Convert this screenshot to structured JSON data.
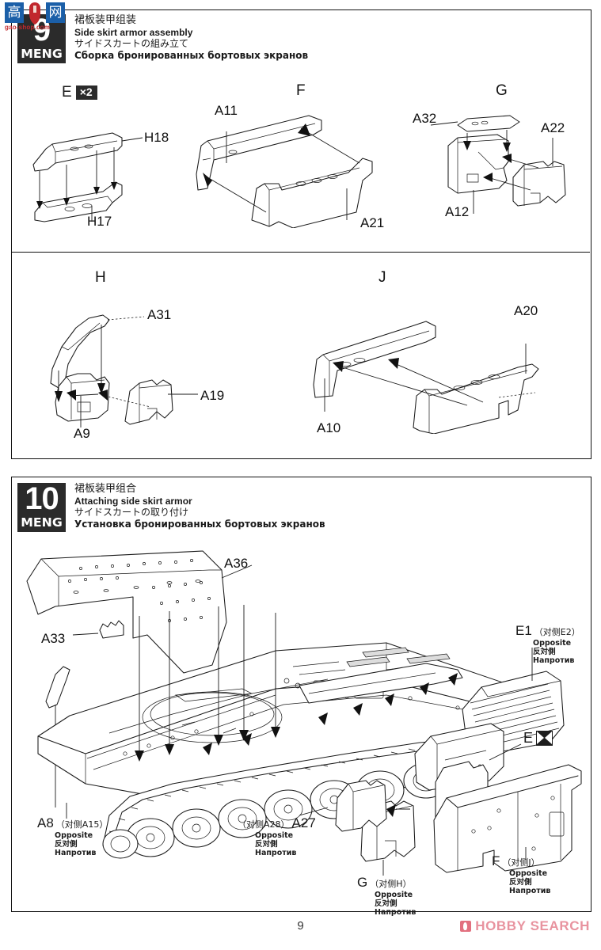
{
  "page": {
    "number": "9"
  },
  "watermarks": {
    "gaoshop": {
      "char1": "高",
      "char2": "网",
      "url": "gao-shop.com"
    },
    "hobby": {
      "text": "HOBBY SEARCH"
    }
  },
  "steps": [
    {
      "number": "9",
      "brand": "MENG",
      "title_cn": "裙板装甲组装",
      "title_en": "Side skirt armor assembly",
      "title_jp": "サイドスカートの組み立て",
      "title_ru": "Сборка бронированных бортовых экранов",
      "subassemblies": [
        {
          "group": "E",
          "multiplier": "×2",
          "parts": [
            "H18",
            "H17"
          ]
        },
        {
          "group": "F",
          "parts": [
            "A11",
            "A21"
          ]
        },
        {
          "group": "G",
          "parts": [
            "A32",
            "A22",
            "A12"
          ]
        },
        {
          "group": "H",
          "parts": [
            "A31",
            "A19",
            "A9"
          ]
        },
        {
          "group": "J",
          "parts": [
            "A20",
            "A10"
          ]
        }
      ]
    },
    {
      "number": "10",
      "brand": "MENG",
      "title_cn": "裙板装甲组合",
      "title_en": "Attaching side skirt armor",
      "title_jp": "サイドスカートの取り付け",
      "title_ru": "Установка бронированных бортовых экранов",
      "parts": [
        "A36",
        "A33",
        "A8",
        "A27"
      ],
      "mirror_symbol_label": "E",
      "callouts": [
        {
          "code": "E1",
          "opposite": "（对侧E2）",
          "en": "Opposite",
          "jp": "反対側",
          "ru": "Напротив"
        },
        {
          "code": "A8",
          "opposite": "（对侧A15）",
          "en": "Opposite",
          "jp": "反对側",
          "ru": "Напротив"
        },
        {
          "code": "A27",
          "opposite": "（对侧A28）",
          "en": "Opposite",
          "jp": "反对側",
          "ru": "Напротив"
        },
        {
          "code": "G",
          "opposite": "（对侧H）",
          "en": "Opposite",
          "jp": "反对側",
          "ru": "Напротив"
        },
        {
          "code": "F",
          "opposite": "（对侧J）",
          "en": "Opposite",
          "jp": "反对側",
          "ru": "Напротив"
        }
      ]
    }
  ],
  "colors": {
    "ink": "#1a1a1a",
    "badge": "#2b2b2b",
    "watermark_blue": "#1b5fa8",
    "watermark_red": "#c1272d",
    "hobby_pink": "#e8939f"
  }
}
